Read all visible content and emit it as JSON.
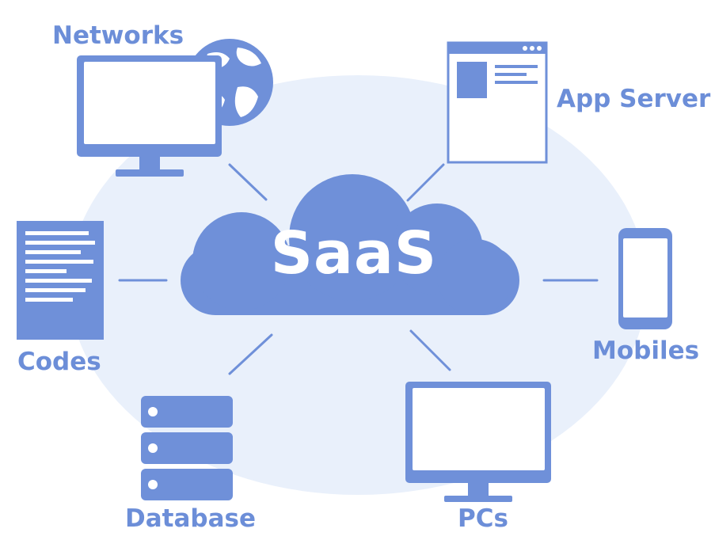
{
  "center": {
    "title": "SaaS"
  },
  "nodes": {
    "networks": {
      "label": "Networks"
    },
    "app_server": {
      "label": "App Server"
    },
    "codes": {
      "label": "Codes"
    },
    "mobiles": {
      "label": "Mobiles"
    },
    "database": {
      "label": "Database"
    },
    "pcs": {
      "label": "PCs"
    }
  },
  "colors": {
    "primary": "#6f90d9",
    "label": "#6c8ed8",
    "light_backdrop": "#e9f0fb",
    "white": "#ffffff"
  }
}
